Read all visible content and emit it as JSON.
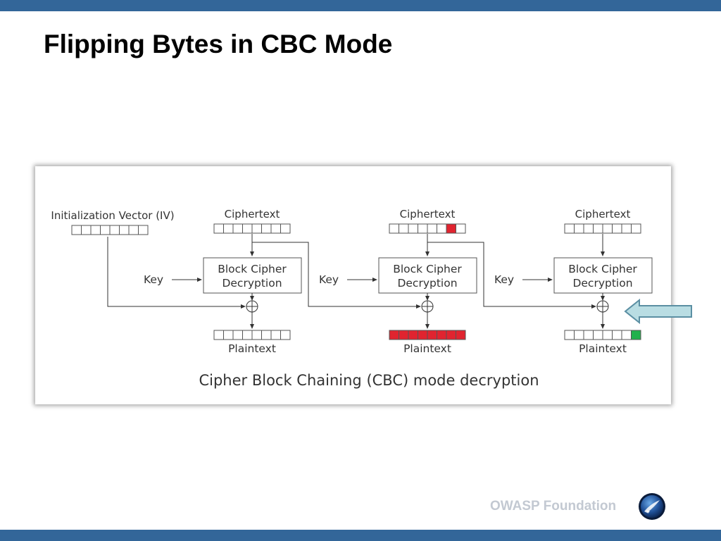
{
  "slide": {
    "title": "Flipping Bytes in CBC Mode",
    "footer": "OWASP Foundation"
  },
  "diagram": {
    "iv_label": "Initialization Vector (IV)",
    "caption": "Cipher Block Chaining (CBC) mode decryption",
    "key_label": "Key",
    "ciphertext_label": "Ciphertext",
    "plaintext_label": "Plaintext",
    "block_cipher_line1": "Block Cipher",
    "block_cipher_line2": "Decryption",
    "highlight_red": "#e0242f",
    "highlight_green": "#22b14c",
    "stages": [
      {
        "ciphertext_highlight": null,
        "plaintext_highlight": "none"
      },
      {
        "ciphertext_highlight": 6,
        "plaintext_highlight": "all"
      },
      {
        "ciphertext_highlight": null,
        "plaintext_highlight": 7
      }
    ]
  },
  "colors": {
    "bar": "#336699",
    "footer_text": "#c3c9d2",
    "pointer_fill": "#b9dde3",
    "pointer_stroke": "#5b8fa3"
  }
}
